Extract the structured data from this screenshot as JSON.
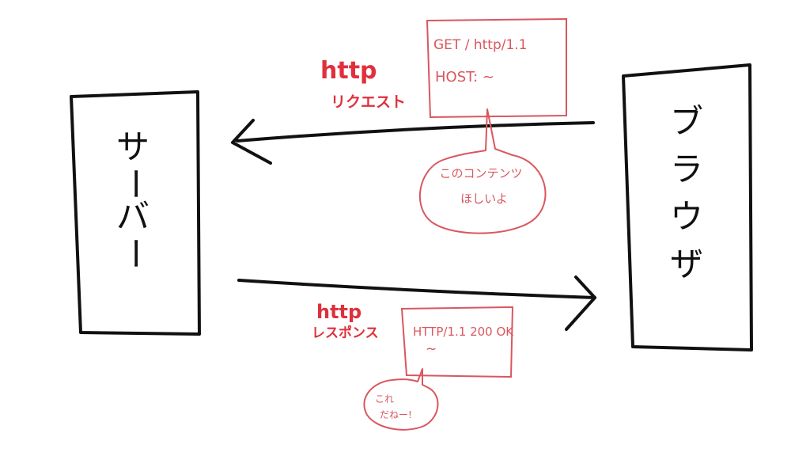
{
  "colors": {
    "ink": "#111111",
    "accent": "#e0303c",
    "note": "#d9575e"
  },
  "server": {
    "label": "サーバー"
  },
  "browser": {
    "label": "ブラウザ"
  },
  "request": {
    "label_line1": "http",
    "label_line2": "リクエスト",
    "box_line1": "GET / http/1.1",
    "box_line2": "HOST: ~",
    "bubble_line1": "このコンテンツ",
    "bubble_line2": "ほしいよ"
  },
  "response": {
    "label_line1": "http",
    "label_line2": "レスポンス",
    "box_line1": "HTTP/1.1 200 OK",
    "box_line2": "~",
    "bubble_line1": "これ",
    "bubble_line2": "だねー!"
  }
}
